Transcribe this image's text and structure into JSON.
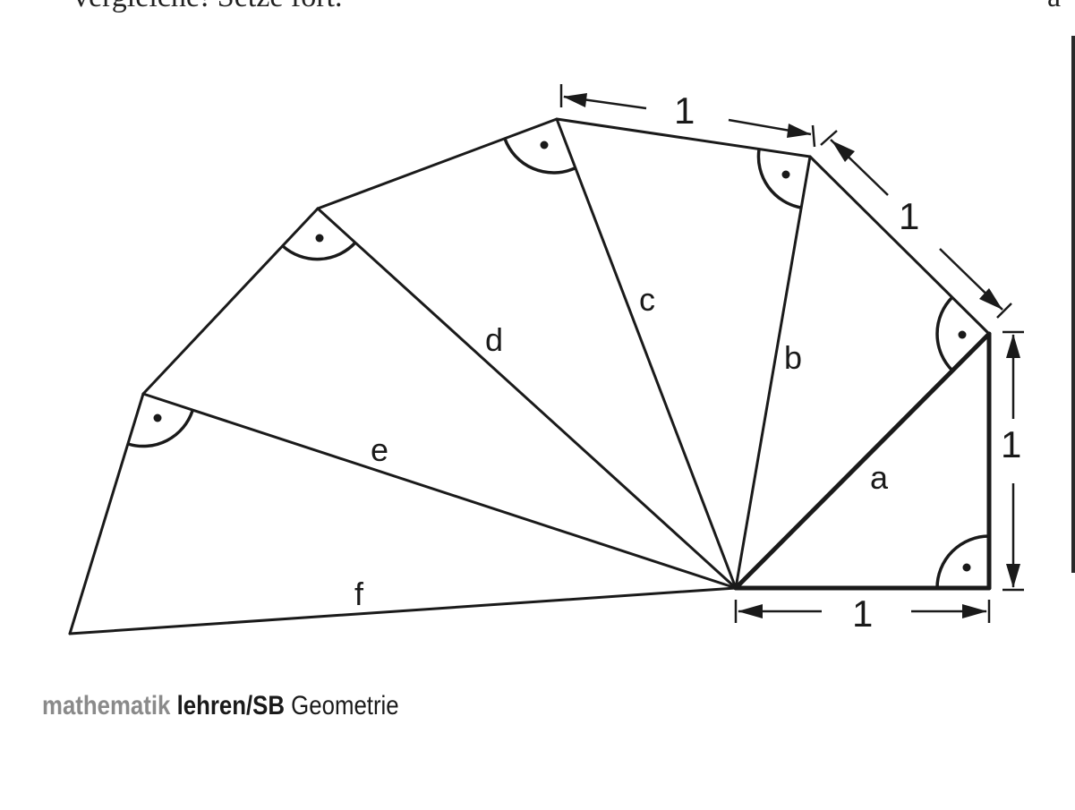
{
  "header": {
    "cut_text": "vergleiche! Setze fort.",
    "cut_text_right": "a"
  },
  "figure": {
    "segment_labels": {
      "a": "a",
      "b": "b",
      "c": "c",
      "d": "d",
      "e": "e",
      "f": "f"
    },
    "dimensions": {
      "bottom": "1",
      "right": "1",
      "top": "1",
      "slant": "1"
    }
  },
  "footer": {
    "brand": "mathematik",
    "brand2": "lehren/SB",
    "subject": "Geometrie"
  }
}
